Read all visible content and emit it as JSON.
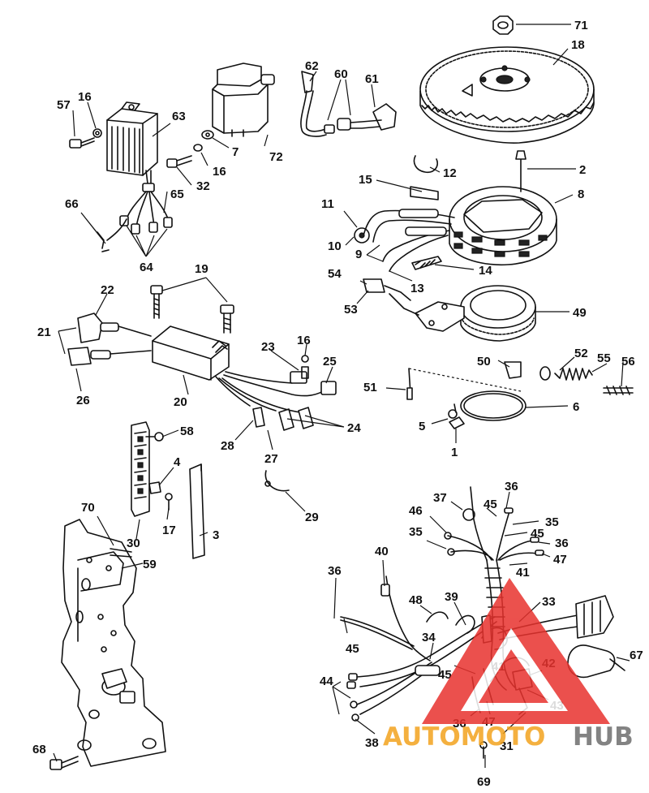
{
  "watermark": {
    "word_left": "AUTOMOTO",
    "word_right": "HUB",
    "color_red": "#e8322e",
    "color_gold": "#f3a31e",
    "color_gray": "#6e6e6e"
  },
  "callouts": {
    "n71": "71",
    "n18": "18",
    "n62": "62",
    "n60": "60",
    "n61": "61",
    "n16a": "16",
    "n57": "57",
    "n63": "63",
    "n7": "7",
    "n72": "72",
    "n16b": "16",
    "n32": "32",
    "n65": "65",
    "n66": "66",
    "n64": "64",
    "n12": "12",
    "n2": "2",
    "n15": "15",
    "n8": "8",
    "n11": "11",
    "n10": "10",
    "n9": "9",
    "n14": "14",
    "n13": "13",
    "n54": "54",
    "n53": "53",
    "n49": "49",
    "n19": "19",
    "n22": "22",
    "n21": "21",
    "n26": "26",
    "n20": "20",
    "n23": "23",
    "n16c": "16",
    "n25": "25",
    "n24": "24",
    "n28": "28",
    "n27": "27",
    "n29": "29",
    "n50": "50",
    "n52": "52",
    "n55": "55",
    "n56": "56",
    "n51": "51",
    "n6": "6",
    "n5": "5",
    "n1": "1",
    "n58": "58",
    "n4": "4",
    "n17": "17",
    "n3": "3",
    "n70": "70",
    "n30": "30",
    "n59": "59",
    "n68": "68",
    "n37": "37",
    "n36a": "36",
    "n46": "46",
    "n45a": "45",
    "n35a": "35",
    "n35b": "35",
    "n45b": "45",
    "n36b": "36",
    "n47a": "47",
    "n41a": "41",
    "n40": "40",
    "n36c": "36",
    "n48": "48",
    "n39": "39",
    "n33": "33",
    "n45c": "45",
    "n34": "34",
    "n67": "67",
    "n44": "44",
    "n41b": "41",
    "n42": "42",
    "n45d": "45",
    "n43": "43",
    "n36d": "36",
    "n47b": "47",
    "n38": "38",
    "n31": "31",
    "n69": "69"
  }
}
